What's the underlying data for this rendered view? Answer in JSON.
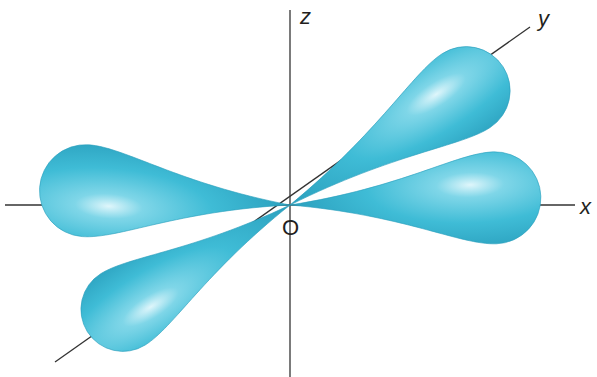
{
  "diagram": {
    "labels": [
      "z",
      "y",
      "x",
      "O"
    ]
  }
}
